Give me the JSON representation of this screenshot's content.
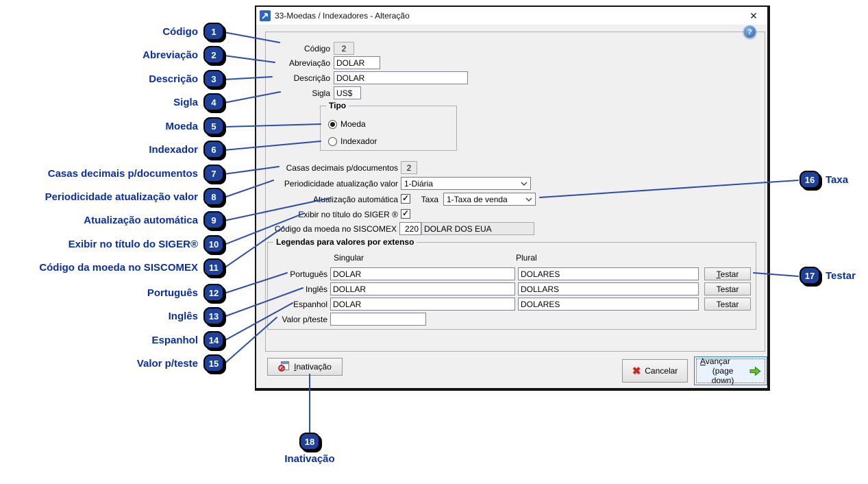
{
  "dialog": {
    "title": "33-Moedas / Indexadores - Alteração",
    "close_icon": "✕",
    "help_icon": "?",
    "fields": {
      "codigo": {
        "label": "Código",
        "value": "2"
      },
      "abreviacao": {
        "label": "Abreviação",
        "value": "DOLAR"
      },
      "descricao": {
        "label": "Descrição",
        "value": "DOLAR"
      },
      "sigla": {
        "label": "Sigla",
        "value": "US$"
      },
      "tipo": {
        "legend": "Tipo",
        "moeda": "Moeda",
        "indexador": "Indexador",
        "selected": "Moeda"
      },
      "casas_decimais": {
        "label": "Casas decimais p/documentos",
        "value": "2"
      },
      "periodicidade": {
        "label": "Periodicidade atualização valor",
        "value": "1-Diária"
      },
      "atualizacao_automatica": {
        "label": "Atualização automática",
        "checked": true
      },
      "taxa": {
        "label": "Taxa",
        "value": "1-Taxa de venda"
      },
      "exibir_siger": {
        "label": "Exibir no título do SIGER ®",
        "checked": true
      },
      "siscomex": {
        "label": "Código da moeda no SISCOMEX",
        "code": "220",
        "descricao": "DOLAR DOS EUA"
      }
    },
    "legendas": {
      "legend": "Legendas para valores por extenso",
      "singular_header": "Singular",
      "plural_header": "Plural",
      "rows": [
        {
          "label": "Português",
          "singular": "DOLAR",
          "plural": "DOLARES",
          "button": "Testar"
        },
        {
          "label": "Inglês",
          "singular": "DOLLAR",
          "plural": "DOLLARS",
          "button": "Testar"
        },
        {
          "label": "Espanhol",
          "singular": "DOLAR",
          "plural": "DOLARES",
          "button": "Testar"
        }
      ],
      "valor_teste": {
        "label": "Valor p/teste",
        "value": ""
      }
    },
    "buttons": {
      "inativacao": "Inativação",
      "cancelar": "Cancelar",
      "avancar": "Avançar",
      "avancar_sub": "(page down)"
    }
  },
  "annotations": [
    {
      "num": "1",
      "label": "Código"
    },
    {
      "num": "2",
      "label": "Abreviação"
    },
    {
      "num": "3",
      "label": "Descrição"
    },
    {
      "num": "4",
      "label": "Sigla"
    },
    {
      "num": "5",
      "label": "Moeda"
    },
    {
      "num": "6",
      "label": "Indexador"
    },
    {
      "num": "7",
      "label": "Casas decimais p/documentos"
    },
    {
      "num": "8",
      "label": "Periodicidade atualização valor"
    },
    {
      "num": "9",
      "label": "Atualização automática"
    },
    {
      "num": "10",
      "label": "Exibir no título do SIGER®"
    },
    {
      "num": "11",
      "label": "Código da moeda no SISCOMEX"
    },
    {
      "num": "12",
      "label": "Português"
    },
    {
      "num": "13",
      "label": "Inglês"
    },
    {
      "num": "14",
      "label": "Espanhol"
    },
    {
      "num": "15",
      "label": "Valor p/teste"
    },
    {
      "num": "16",
      "label": "Taxa"
    },
    {
      "num": "17",
      "label": "Testar"
    },
    {
      "num": "18",
      "label": "Inativação"
    }
  ]
}
